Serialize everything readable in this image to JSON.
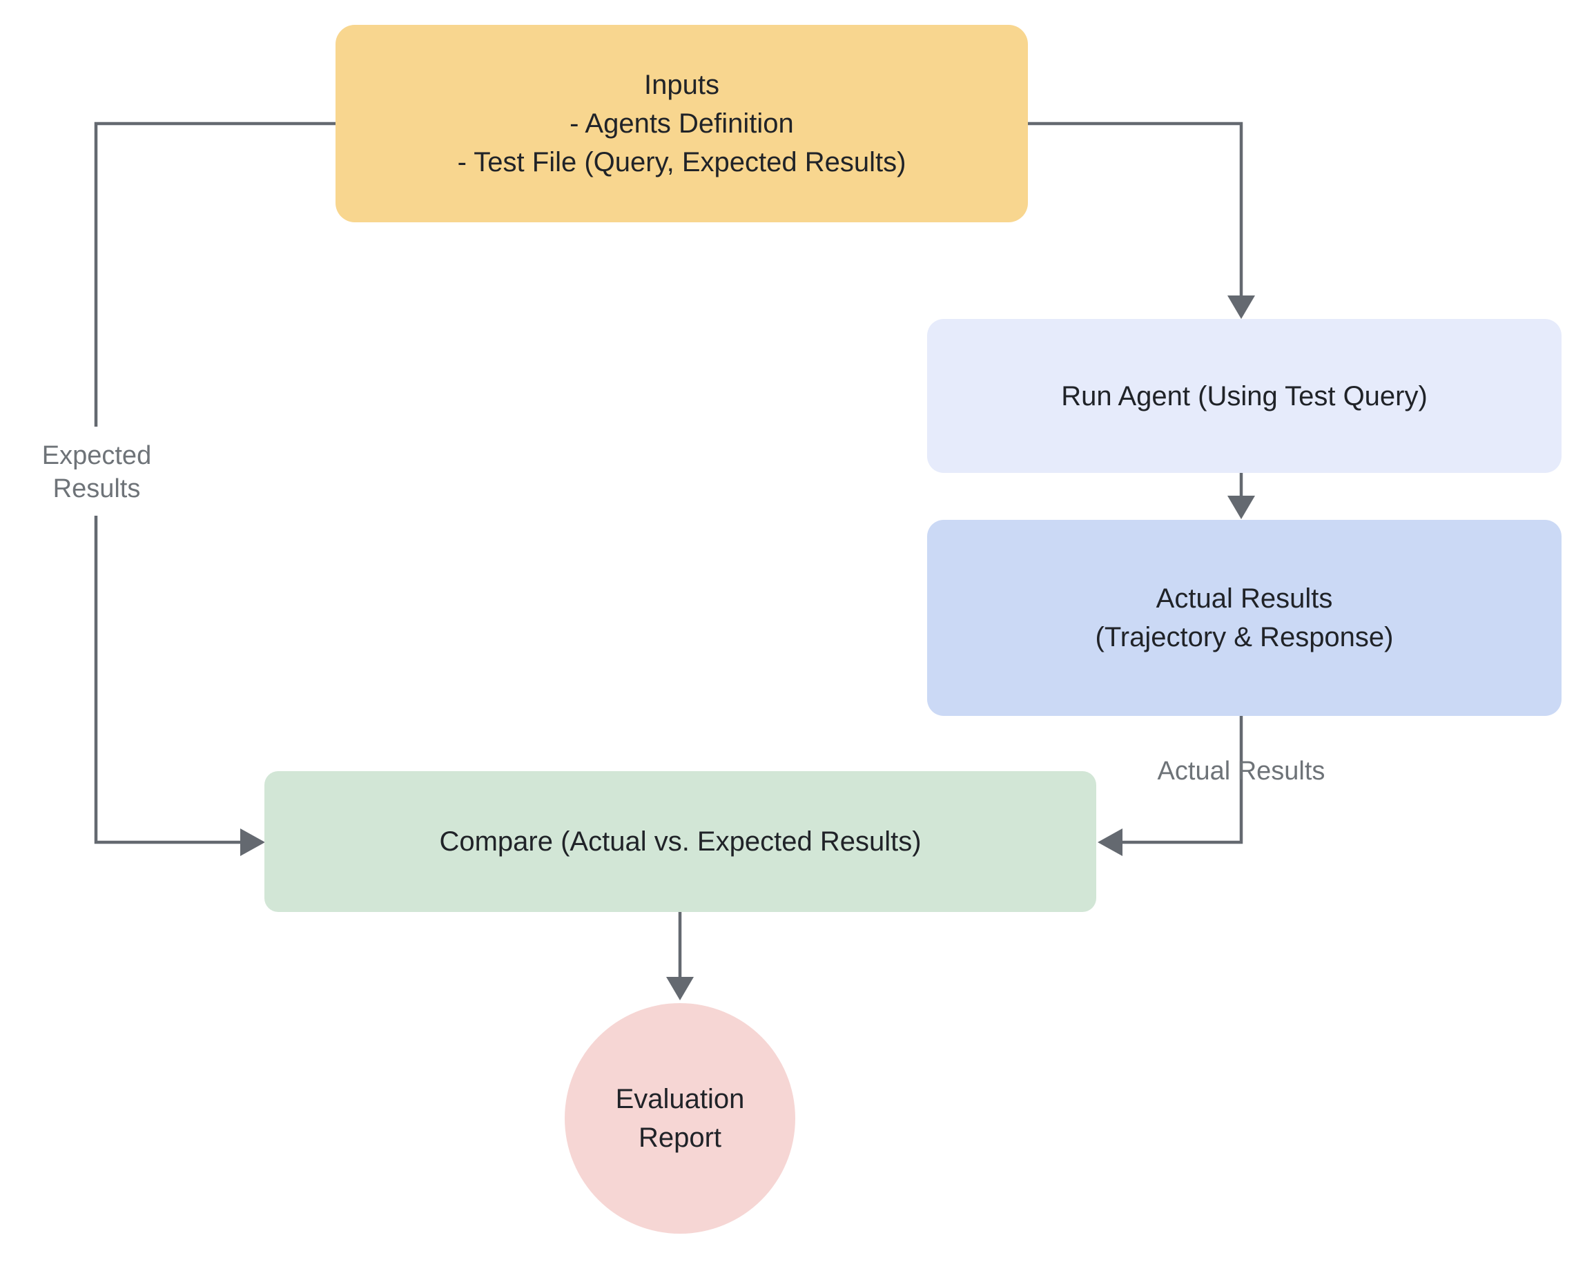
{
  "page": {
    "background": "#ffffff"
  },
  "diagram": {
    "type": "flowchart",
    "line_color": "#646970",
    "node_text_color": "#202328",
    "edge_label_color": "#6E7378",
    "nodes": {
      "inputs": {
        "shape": "rounded-rect",
        "fill": "#F8D68F",
        "lines": [
          "Inputs",
          "- Agents Definition",
          "- Test File (Query, Expected Results)"
        ]
      },
      "run_agent": {
        "shape": "rounded-rect",
        "fill": "#E6EBFB",
        "lines": [
          "Run Agent (Using Test Query)"
        ]
      },
      "actual_results": {
        "shape": "rounded-rect",
        "fill": "#CBD9F5",
        "lines": [
          "Actual Results",
          "(Trajectory & Response)"
        ]
      },
      "compare": {
        "shape": "rounded-rect",
        "fill": "#D2E6D6",
        "lines": [
          "Compare (Actual vs. Expected Results)"
        ]
      },
      "evaluation_report": {
        "shape": "circle",
        "fill": "#F6D6D4",
        "lines": [
          "Evaluation",
          "Report"
        ]
      }
    },
    "edges": [
      {
        "from": "inputs",
        "to": "compare",
        "label": "Expected Results"
      },
      {
        "from": "inputs",
        "to": "run_agent",
        "label": ""
      },
      {
        "from": "run_agent",
        "to": "actual_results",
        "label": ""
      },
      {
        "from": "actual_results",
        "to": "compare",
        "label": "Actual Results"
      },
      {
        "from": "compare",
        "to": "evaluation_report",
        "label": ""
      }
    ],
    "edge_labels": {
      "expected_results": {
        "lines": [
          "Expected",
          "Results"
        ]
      },
      "actual_results": {
        "text": "Actual Results"
      }
    }
  }
}
